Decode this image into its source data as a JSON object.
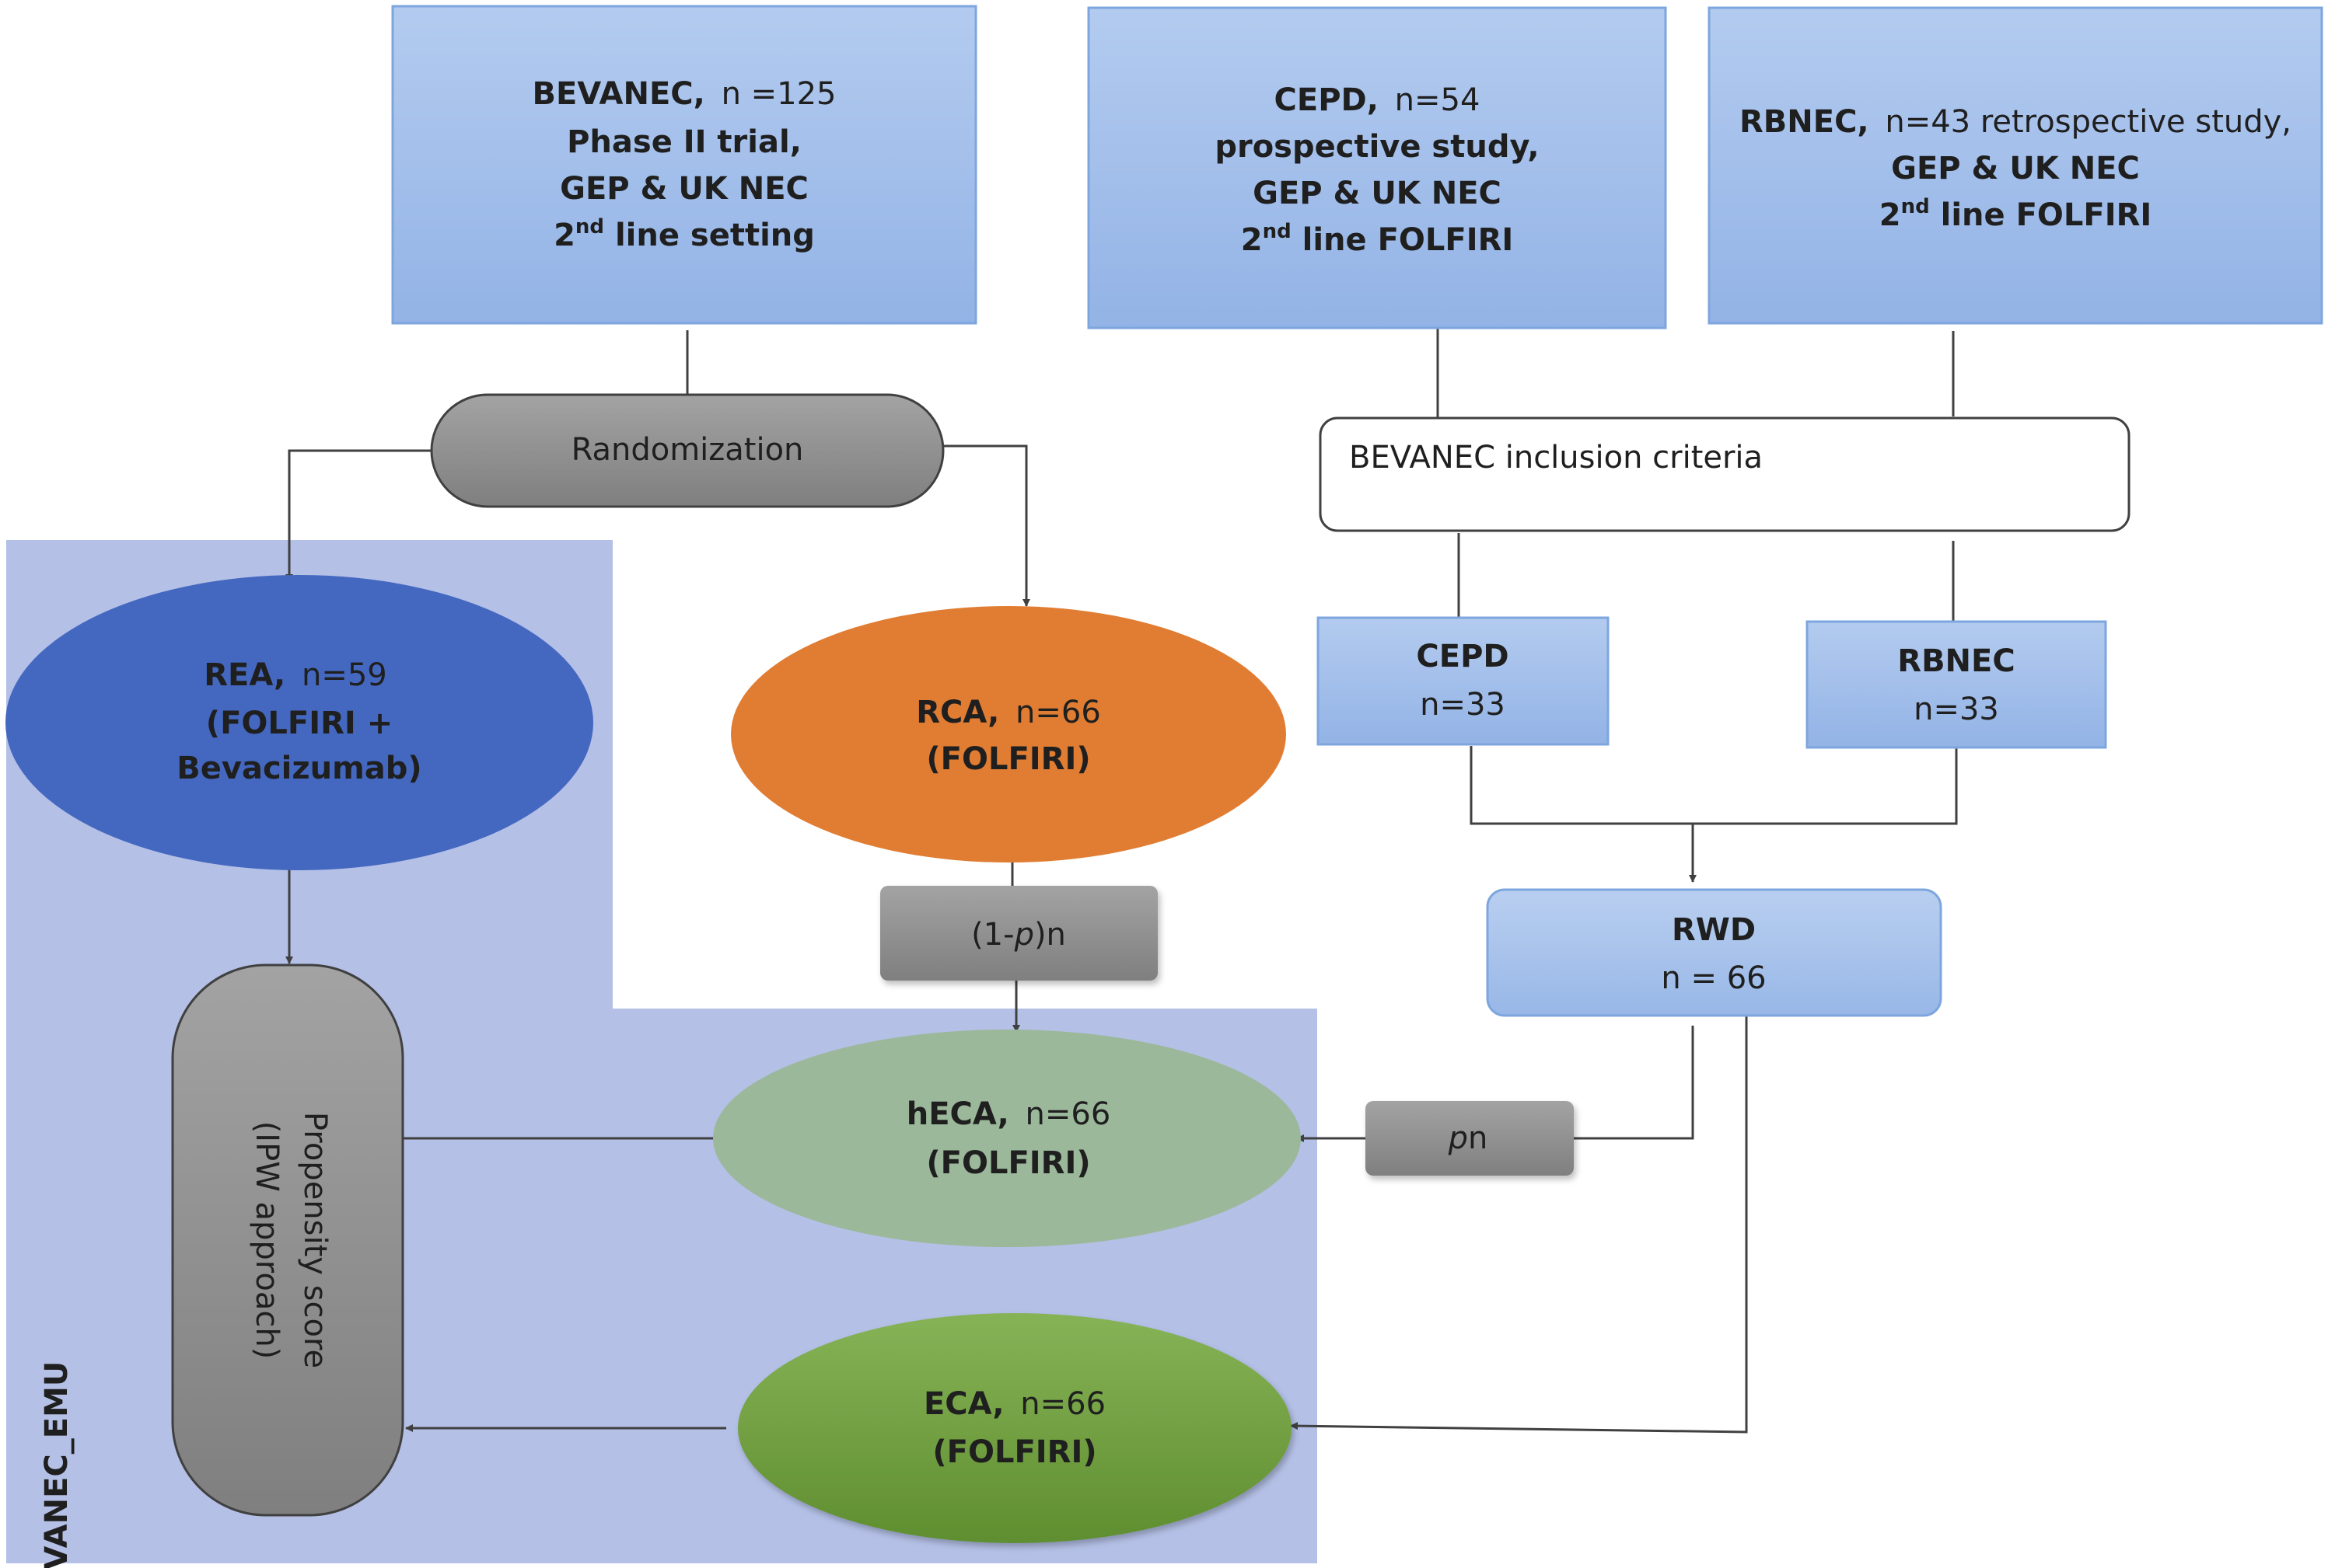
{
  "sources": {
    "bevanec": {
      "name": "BEVANEC,",
      "n": "n =125",
      "line2": "Phase II trial,",
      "line3": "GEP & UK NEC",
      "ord": "2",
      "sup": "nd",
      "tail": " line setting"
    },
    "cepd": {
      "name": "CEPD,",
      "n": "n=54",
      "line2": "prospective study,",
      "line3": "GEP & UK NEC",
      "ord": "2",
      "sup": "nd",
      "tail": " line FOLFIRI"
    },
    "rbnec": {
      "name": "RBNEC,",
      "n": "n=43 retrospective study,",
      "line2": "GEP & UK NEC",
      "ord": "2",
      "sup": "nd",
      "tail": " line FOLFIRI"
    }
  },
  "randomization": "Randomization",
  "inclusion_criteria": "BEVANEC inclusion criteria",
  "cepd_sub": {
    "name": "CEPD",
    "n": "n=33"
  },
  "rbnec_sub": {
    "name": "RBNEC",
    "n": "n=33"
  },
  "rwd": {
    "name": "RWD",
    "n": "n = 66"
  },
  "rea": {
    "name": "REA,",
    "n": "n=59",
    "line2": "(FOLFIRI +",
    "line3": "Bevacizumab)"
  },
  "rca": {
    "name": "RCA,",
    "n": "n=66",
    "line2": "(FOLFIRI)"
  },
  "one_minus_p": {
    "open": "(1-",
    "p": "p",
    "close": ")n"
  },
  "pn": {
    "p": "p",
    "n": "n"
  },
  "heca": {
    "name": "hECA,",
    "n": "n=66",
    "line2": "(FOLFIRI)"
  },
  "eca": {
    "name": "ECA,",
    "n": "n=66",
    "line2": "(FOLFIRI)"
  },
  "propensity": {
    "line1": "Propensity score",
    "line2": "(IPW approach)"
  },
  "region_label": "BEVANEC_EMU",
  "colors": {
    "region": "#b4c0e6",
    "box_blue": "#9fbce8",
    "box_border": "#7ea6de",
    "rea": "#4468c0",
    "rca": "#e07d33",
    "heca": "#9bb89a",
    "eca": "#6e9e3c",
    "gray": "#8c8c8c"
  }
}
